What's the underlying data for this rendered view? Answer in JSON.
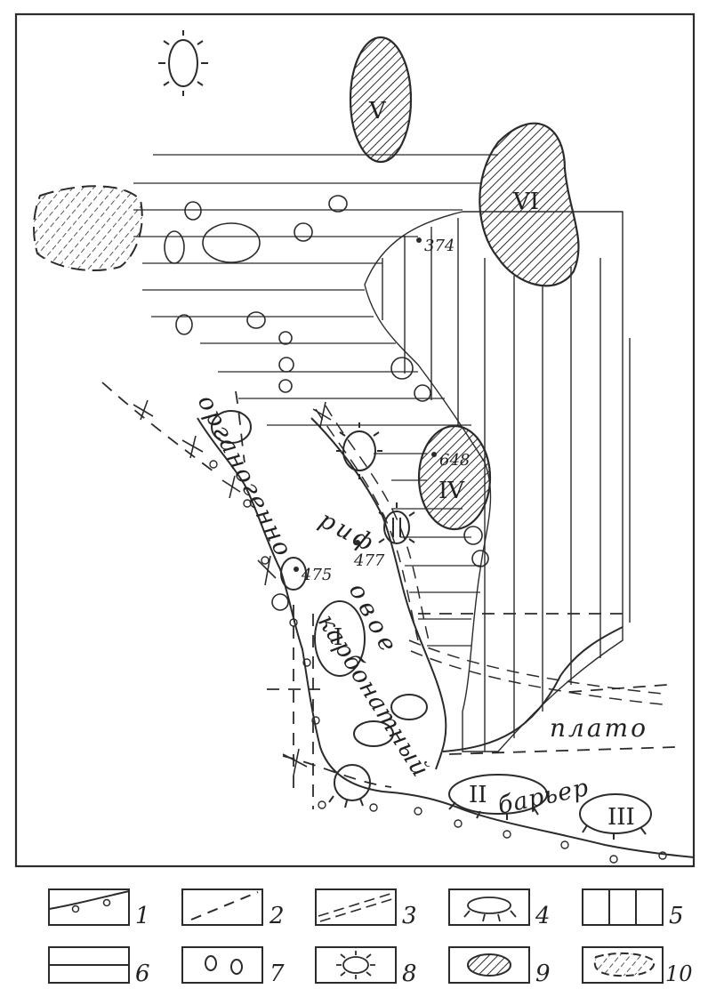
{
  "map": {
    "reef_labels": {
      "organogenno": "органогенно",
      "rif": "риф",
      "ovoe": "овое",
      "karbonatny": "карбонатный",
      "barer": "барьер",
      "plato": "плато"
    },
    "zone_labels": [
      "I",
      "II",
      "III",
      "IV",
      "V",
      "VI"
    ],
    "wells": [
      "374",
      "648",
      "477",
      "475"
    ]
  },
  "legend": {
    "items": [
      {
        "number": "1",
        "icon": "reef-edge-line-symbol"
      },
      {
        "number": "2",
        "icon": "dashed-fault-line-symbol"
      },
      {
        "number": "3",
        "icon": "double-dashed-line-symbol"
      },
      {
        "number": "4",
        "icon": "ellipse-hachured-below-symbol"
      },
      {
        "number": "5",
        "icon": "vertical-hatching-symbol"
      },
      {
        "number": "6",
        "icon": "horizontal-hatching-symbol"
      },
      {
        "number": "7",
        "icon": "small-circles-symbol"
      },
      {
        "number": "8",
        "icon": "ellipse-with-spikes-symbol"
      },
      {
        "number": "9",
        "icon": "diagonal-hatched-ellipse-symbol"
      },
      {
        "number": "10",
        "icon": "dashed-hatched-outline-symbol"
      }
    ]
  }
}
